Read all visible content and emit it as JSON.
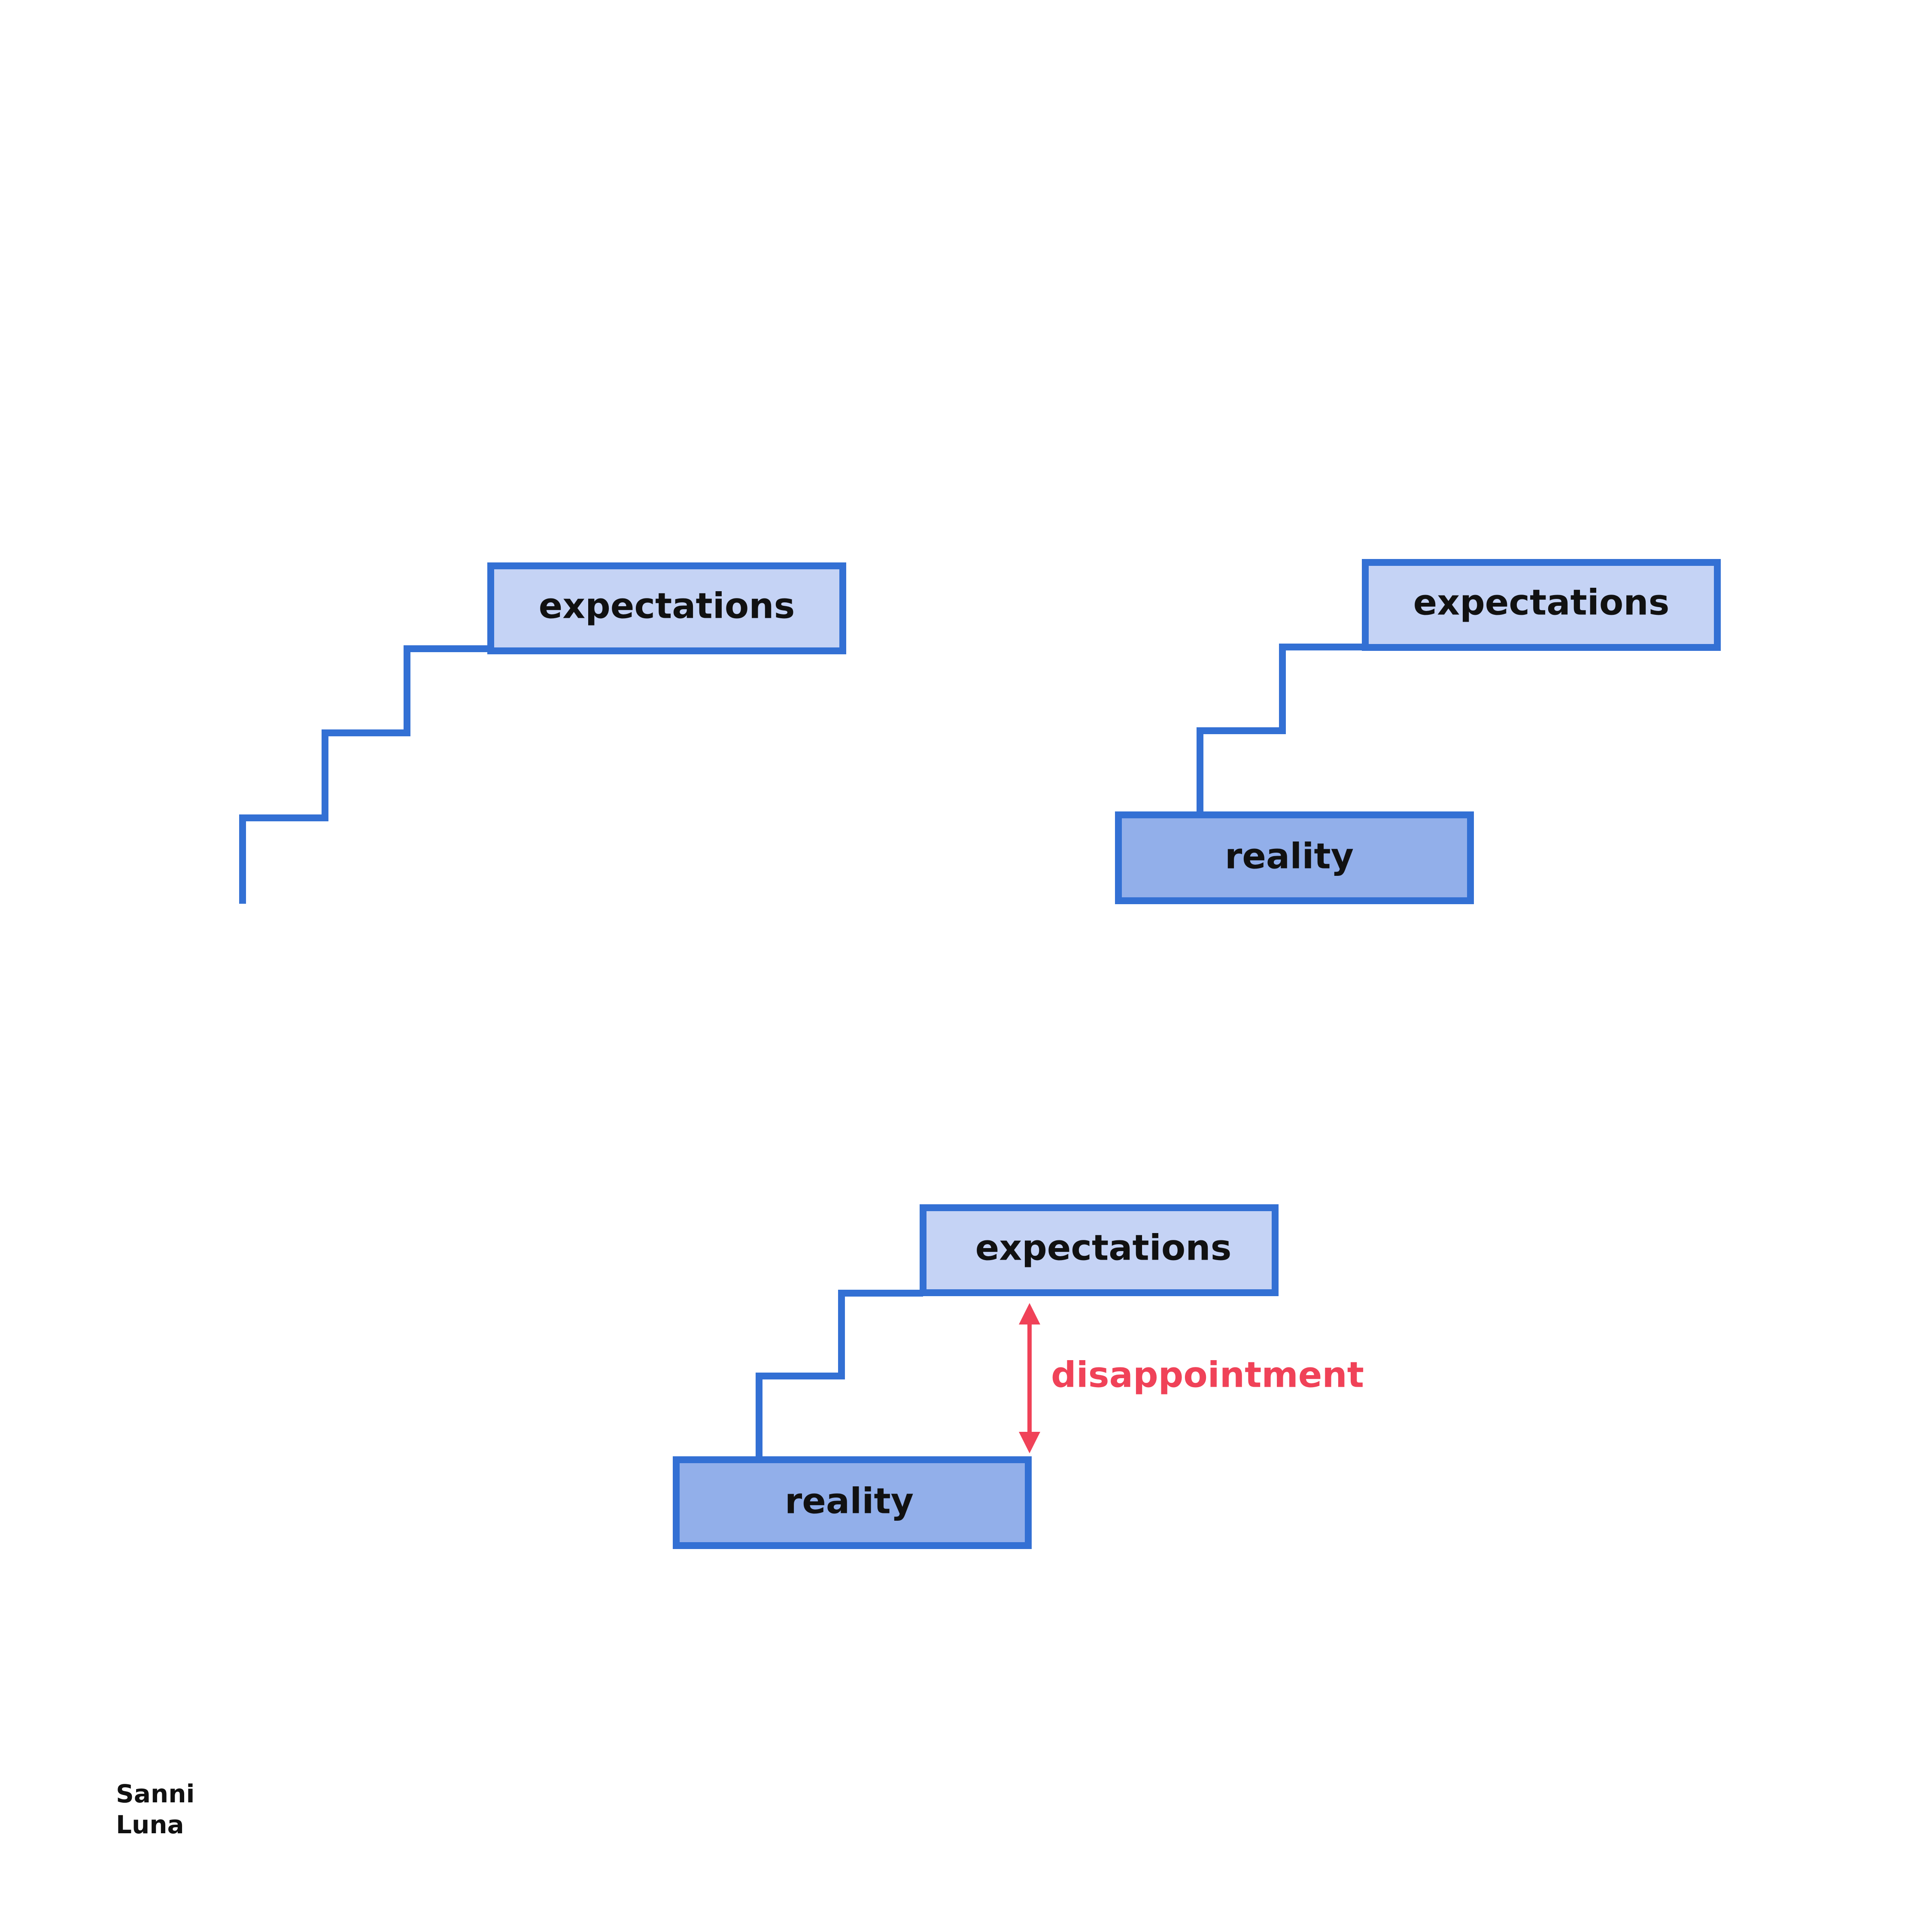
{
  "colors": {
    "line": "#3370d4",
    "expectations_fill": "#c5d3f5",
    "reality_fill": "#92afea",
    "disappointment": "#f04258",
    "text": "#111111",
    "background": "#ffffff"
  },
  "panels": [
    {
      "id": "panel-1",
      "expectations_label": "expectations"
    },
    {
      "id": "panel-2",
      "expectations_label": "expectations",
      "reality_label": "reality"
    },
    {
      "id": "panel-3",
      "expectations_label": "expectations",
      "reality_label": "reality",
      "gap_label": "disappointment",
      "gap_icon": "double-headed-arrow-icon"
    }
  ],
  "signature": {
    "line1": "Sanni",
    "line2": "Luna"
  }
}
